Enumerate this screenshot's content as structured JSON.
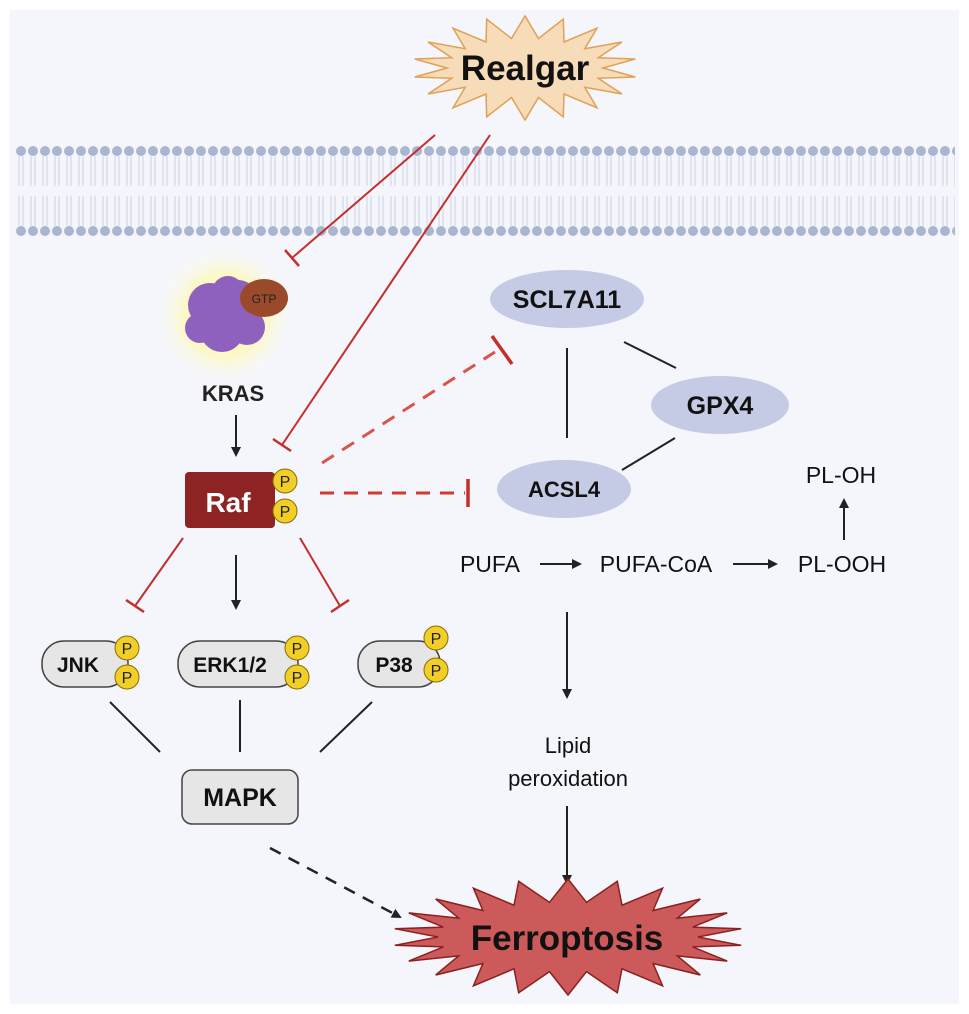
{
  "colors": {
    "background": "#f5f6fb",
    "membrane_head": "#a9b6d0",
    "membrane_tail": "#c9d2e4",
    "inhibit_red": "#c62d2d",
    "dashed_red": "#d4382e",
    "activate_black": "#222222",
    "realgar_fill": "#f6dcb8",
    "ferroptosis_fill": "#cc5a5a",
    "raf_fill": "#8e2323",
    "phospho_fill": "#f2cf28",
    "kinase_fill": "#e6e6e6",
    "ellipse_fill": "#c5cbe5",
    "kras_fill": "#8e61bf",
    "gtp_fill": "#9a4a2a"
  },
  "nodes": {
    "realgar": "Realgar",
    "ferroptosis": "Ferroptosis",
    "kras": "KRAS",
    "gtp": "GTP",
    "raf": "Raf",
    "jnk": "JNK",
    "erk": "ERK1/2",
    "p38": "P38",
    "mapk": "MAPK",
    "slc7a11": "SCL7A11",
    "gpx4": "GPX4",
    "acsl4": "ACSL4",
    "pufa": "PUFA",
    "pufa_coa": "PUFA-CoA",
    "pl_ooh": "PL-OOH",
    "pl_oh": "PL-OH",
    "lipid_1": "Lipid",
    "lipid_2": "peroxidation",
    "phospho": "P"
  },
  "icons": {
    "kras": "kras-protein-icon",
    "membrane": "lipid-bilayer-icon"
  }
}
